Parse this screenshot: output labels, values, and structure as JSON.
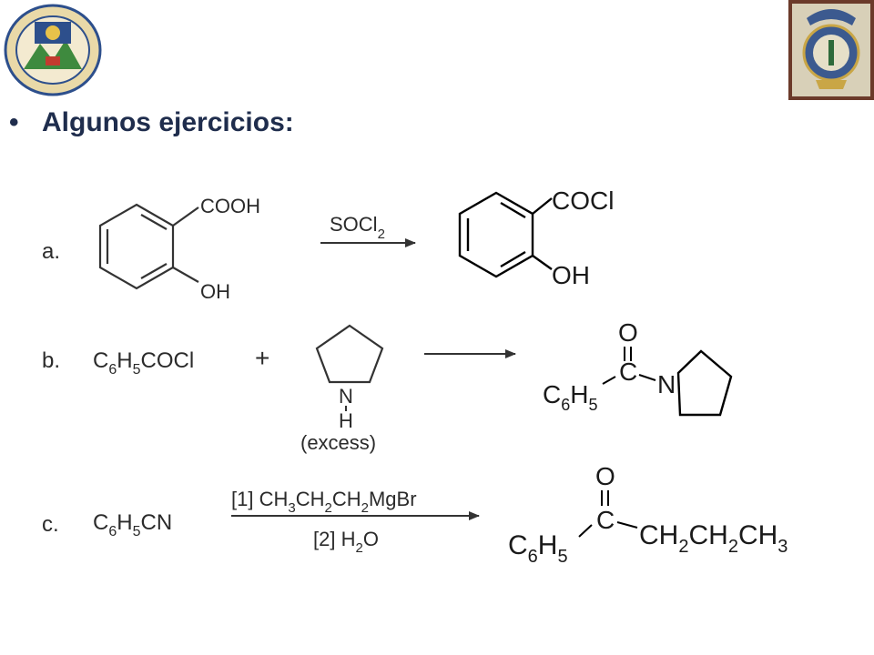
{
  "logos": {
    "left": {
      "name": "university-seal",
      "colors": [
        "#2d4f8c",
        "#e8c24a",
        "#3e8a3e",
        "#c23b2f"
      ]
    },
    "right": {
      "name": "faculty-crest",
      "colors": [
        "#3c5a8f",
        "#c9a646",
        "#d8d0b8",
        "#6b3a2a"
      ]
    }
  },
  "slide": {
    "bullet": "•",
    "title": "Algunos ejercicios:"
  },
  "exercises": {
    "a": {
      "label": "a.",
      "reactant_group_top": "COOH",
      "reactant_group_bottom": "OH",
      "reagent_main": "SOCl",
      "reagent_sub": "2",
      "product_group_top": "COCl",
      "product_group_bottom": "OH"
    },
    "b": {
      "label": "b.",
      "reactant_c": "C",
      "reactant_c_sub": "6",
      "reactant_h": "H",
      "reactant_h_sub": "5",
      "reactant_rest": "COCl",
      "plus": "+",
      "amine_n": "N",
      "amine_h": "H",
      "excess": "(excess)",
      "product_o": "O",
      "product_c": "C",
      "product_n": "N",
      "product_ph_c": "C",
      "product_ph_c_sub": "6",
      "product_ph_h": "H",
      "product_ph_h_sub": "5"
    },
    "c": {
      "label": "c.",
      "reactant_c": "C",
      "reactant_c_sub": "6",
      "reactant_h": "H",
      "reactant_h_sub": "5",
      "reactant_rest": "CN",
      "step1_prefix": "[1] CH",
      "step1_sub1": "3",
      "step1_mid1": "CH",
      "step1_sub2": "2",
      "step1_mid2": "CH",
      "step1_sub3": "2",
      "step1_end": "MgBr",
      "step2_prefix": "[2] H",
      "step2_sub": "2",
      "step2_end": "O",
      "product_o": "O",
      "product_c": "C",
      "product_ph_c": "C",
      "product_ph_c_sub": "6",
      "product_ph_h": "H",
      "product_ph_h_sub": "5",
      "chain_a": "CH",
      "chain_a_sub": "2",
      "chain_b": "CH",
      "chain_b_sub": "2",
      "chain_c": "CH",
      "chain_c_sub": "3"
    }
  }
}
